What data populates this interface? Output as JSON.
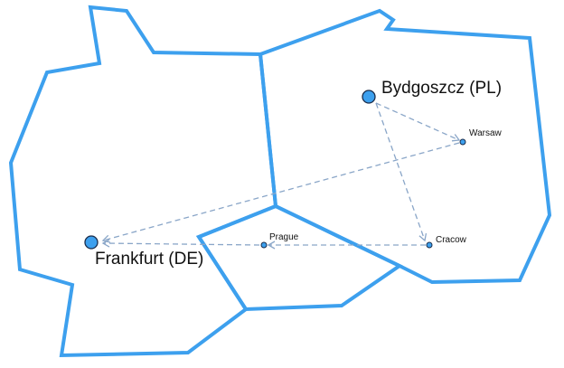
{
  "map": {
    "colors": {
      "border": "#3da0ee",
      "route": "#8aa6c8",
      "city_fill": "#3da0ee",
      "city_outline": "#1a2c4a"
    },
    "cities": {
      "bydgoszcz": "Bydgoszcz (PL)",
      "warsaw": "Warsaw",
      "cracow": "Cracow",
      "prague": "Prague",
      "frankfurt": "Frankfurt (DE)"
    },
    "routes": [
      {
        "from": "Bydgoszcz (PL)",
        "to": "Warsaw"
      },
      {
        "from": "Bydgoszcz (PL)",
        "to": "Cracow"
      },
      {
        "from": "Warsaw",
        "to": "Frankfurt (DE)"
      },
      {
        "from": "Cracow",
        "to": "Prague"
      },
      {
        "from": "Prague",
        "to": "Frankfurt (DE)"
      }
    ]
  }
}
